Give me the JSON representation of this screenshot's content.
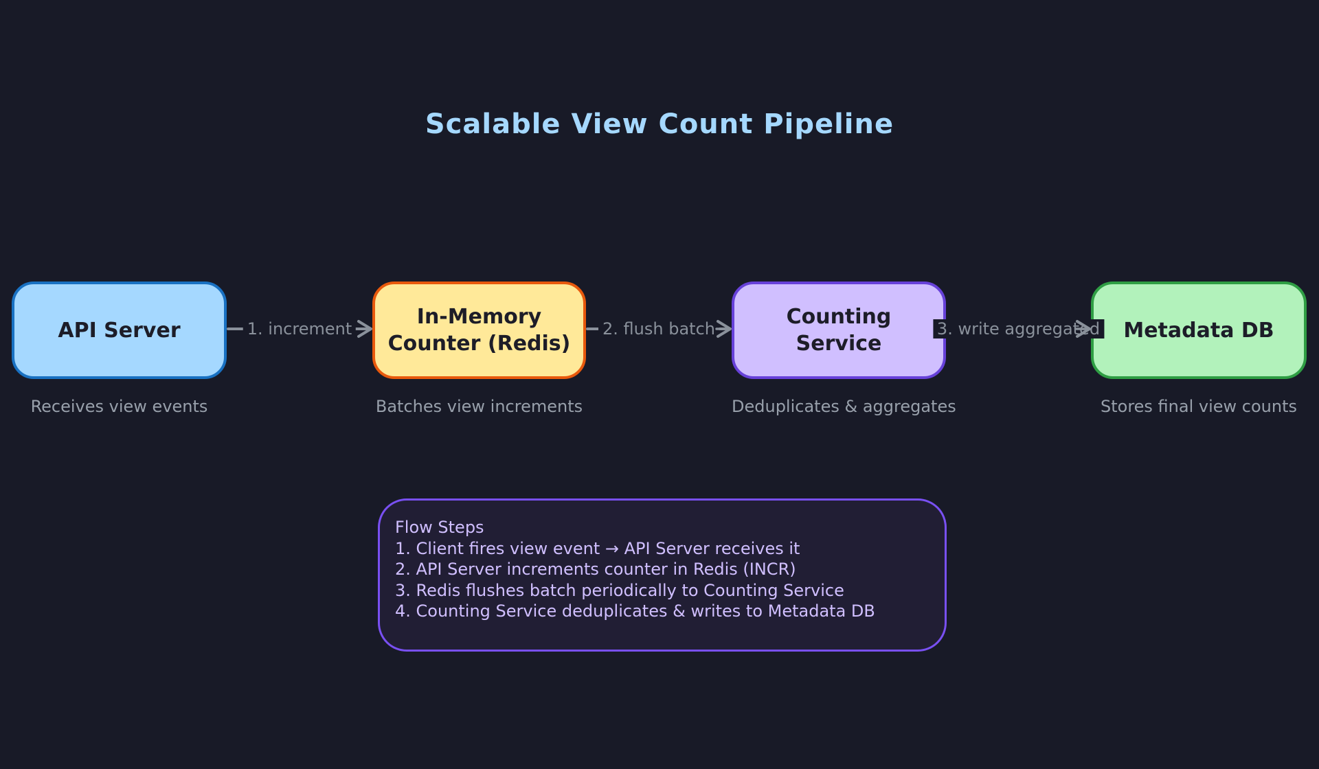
{
  "palette": {
    "background": "#181a27",
    "title_color": "#a5d8ff",
    "caption_color": "#98a0ab",
    "arrow_color": "#8a919b",
    "node_text_color": "#1d1d28",
    "flow_border_color": "#7950f2",
    "flow_text_color": "#d0bfff",
    "flow_fill_color": "#211e34"
  },
  "title": "Scalable View Count Pipeline",
  "nodes": [
    {
      "label": "API Server",
      "caption": "Receives view events",
      "fill": "#a5d8ff",
      "stroke": "#1971c2"
    },
    {
      "label": "In-Memory\nCounter (Redis)",
      "caption": "Batches view increments",
      "fill": "#ffe999",
      "stroke": "#e8590c"
    },
    {
      "label": "Counting\nService",
      "caption": "Deduplicates & aggregates",
      "fill": "#d0bfff",
      "stroke": "#6741d9"
    },
    {
      "label": "Metadata DB",
      "caption": "Stores final view counts",
      "fill": "#b2f2bb",
      "stroke": "#2f9e44"
    }
  ],
  "arrows": [
    {
      "label": "1. increment",
      "color": "#8a919b"
    },
    {
      "label": "2. flush batch",
      "color": "#8a919b"
    },
    {
      "label": "3. write aggregated",
      "color": "#8a919b"
    }
  ],
  "flow_panel": {
    "title": "Flow Steps",
    "steps": [
      "1. Client fires view event → API Server receives it",
      "2. API Server increments counter in Redis (INCR)",
      "3. Redis flushes batch periodically to Counting Service",
      "4. Counting Service deduplicates & writes to Metadata DB"
    ]
  }
}
